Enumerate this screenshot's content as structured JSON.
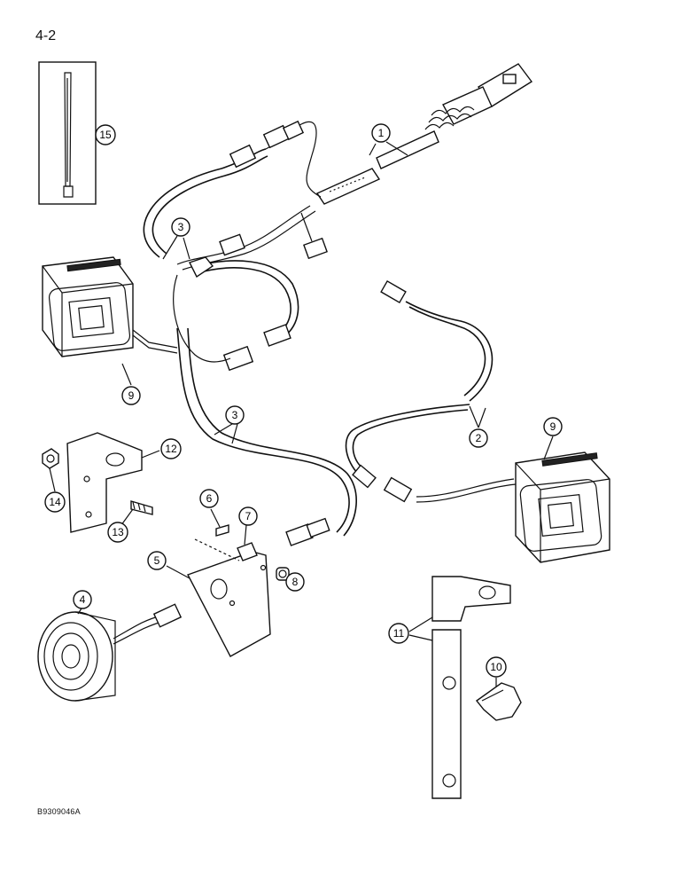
{
  "page": {
    "number": "4-2",
    "figure_code": "B9309046A"
  },
  "callouts": [
    {
      "id": "1",
      "label": "1"
    },
    {
      "id": "2",
      "label": "2"
    },
    {
      "id": "3a",
      "label": "3"
    },
    {
      "id": "3b",
      "label": "3"
    },
    {
      "id": "4",
      "label": "4"
    },
    {
      "id": "5",
      "label": "5"
    },
    {
      "id": "6",
      "label": "6"
    },
    {
      "id": "7",
      "label": "7"
    },
    {
      "id": "8",
      "label": "8"
    },
    {
      "id": "9a",
      "label": "9"
    },
    {
      "id": "9b",
      "label": "9"
    },
    {
      "id": "10",
      "label": "10"
    },
    {
      "id": "11",
      "label": "11"
    },
    {
      "id": "12",
      "label": "12"
    },
    {
      "id": "13",
      "label": "13"
    },
    {
      "id": "14",
      "label": "14"
    },
    {
      "id": "15",
      "label": "15"
    }
  ]
}
